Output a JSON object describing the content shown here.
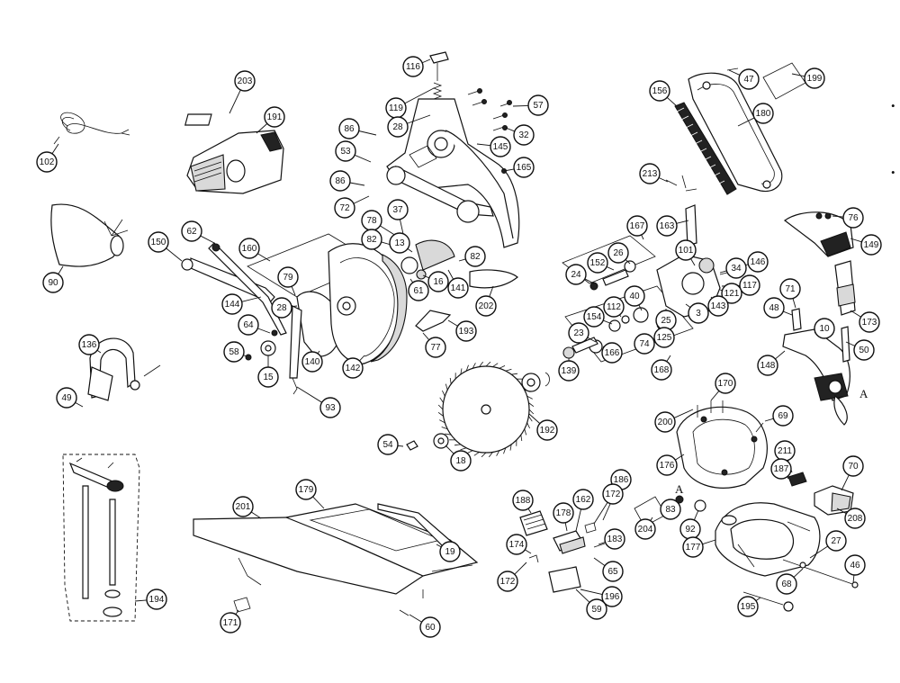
{
  "markers": {
    "section_a": "A"
  },
  "parts": [
    {
      "label": "116"
    },
    {
      "label": "203"
    },
    {
      "label": "191"
    },
    {
      "label": "119"
    },
    {
      "label": "28"
    },
    {
      "label": "57"
    },
    {
      "label": "47"
    },
    {
      "label": "199"
    },
    {
      "label": "156"
    },
    {
      "label": "180"
    },
    {
      "label": "86"
    },
    {
      "label": "145"
    },
    {
      "label": "32"
    },
    {
      "label": "102"
    },
    {
      "label": "53"
    },
    {
      "label": "165"
    },
    {
      "label": "86"
    },
    {
      "label": "213"
    },
    {
      "label": "72"
    },
    {
      "label": "37"
    },
    {
      "label": "76"
    },
    {
      "label": "78"
    },
    {
      "label": "167"
    },
    {
      "label": "163"
    },
    {
      "label": "62"
    },
    {
      "label": "82"
    },
    {
      "label": "13"
    },
    {
      "label": "149"
    },
    {
      "label": "90"
    },
    {
      "label": "150"
    },
    {
      "label": "160"
    },
    {
      "label": "26"
    },
    {
      "label": "101"
    },
    {
      "label": "34"
    },
    {
      "label": "146"
    },
    {
      "label": "82"
    },
    {
      "label": "24"
    },
    {
      "label": "152"
    },
    {
      "label": "79"
    },
    {
      "label": "61"
    },
    {
      "label": "16"
    },
    {
      "label": "141"
    },
    {
      "label": "202"
    },
    {
      "label": "117"
    },
    {
      "label": "121"
    },
    {
      "label": "71"
    },
    {
      "label": "144"
    },
    {
      "label": "28"
    },
    {
      "label": "40"
    },
    {
      "label": "25"
    },
    {
      "label": "143"
    },
    {
      "label": "173"
    },
    {
      "label": "3"
    },
    {
      "label": "48"
    },
    {
      "label": "10"
    },
    {
      "label": "112"
    },
    {
      "label": "64"
    },
    {
      "label": "193"
    },
    {
      "label": "154"
    },
    {
      "label": "50"
    },
    {
      "label": "136"
    },
    {
      "label": "58"
    },
    {
      "label": "77"
    },
    {
      "label": "23"
    },
    {
      "label": "74"
    },
    {
      "label": "125"
    },
    {
      "label": "140"
    },
    {
      "label": "166"
    },
    {
      "label": "148"
    },
    {
      "label": "15"
    },
    {
      "label": "142"
    },
    {
      "label": "139"
    },
    {
      "label": "168"
    },
    {
      "label": "170"
    },
    {
      "label": "49"
    },
    {
      "label": "93"
    },
    {
      "label": "200"
    },
    {
      "label": "69"
    },
    {
      "label": "192"
    },
    {
      "label": "54"
    },
    {
      "label": "18"
    },
    {
      "label": "176"
    },
    {
      "label": "211"
    },
    {
      "label": "187"
    },
    {
      "label": "70"
    },
    {
      "label": "179"
    },
    {
      "label": "186"
    },
    {
      "label": "201"
    },
    {
      "label": "188"
    },
    {
      "label": "162"
    },
    {
      "label": "172"
    },
    {
      "label": "178"
    },
    {
      "label": "204"
    },
    {
      "label": "83"
    },
    {
      "label": "92"
    },
    {
      "label": "208"
    },
    {
      "label": "183"
    },
    {
      "label": "19"
    },
    {
      "label": "174"
    },
    {
      "label": "27"
    },
    {
      "label": "177"
    },
    {
      "label": "65"
    },
    {
      "label": "46"
    },
    {
      "label": "172"
    },
    {
      "label": "68"
    },
    {
      "label": "194"
    },
    {
      "label": "196"
    },
    {
      "label": "59"
    },
    {
      "label": "195"
    },
    {
      "label": "171"
    },
    {
      "label": "60"
    }
  ]
}
